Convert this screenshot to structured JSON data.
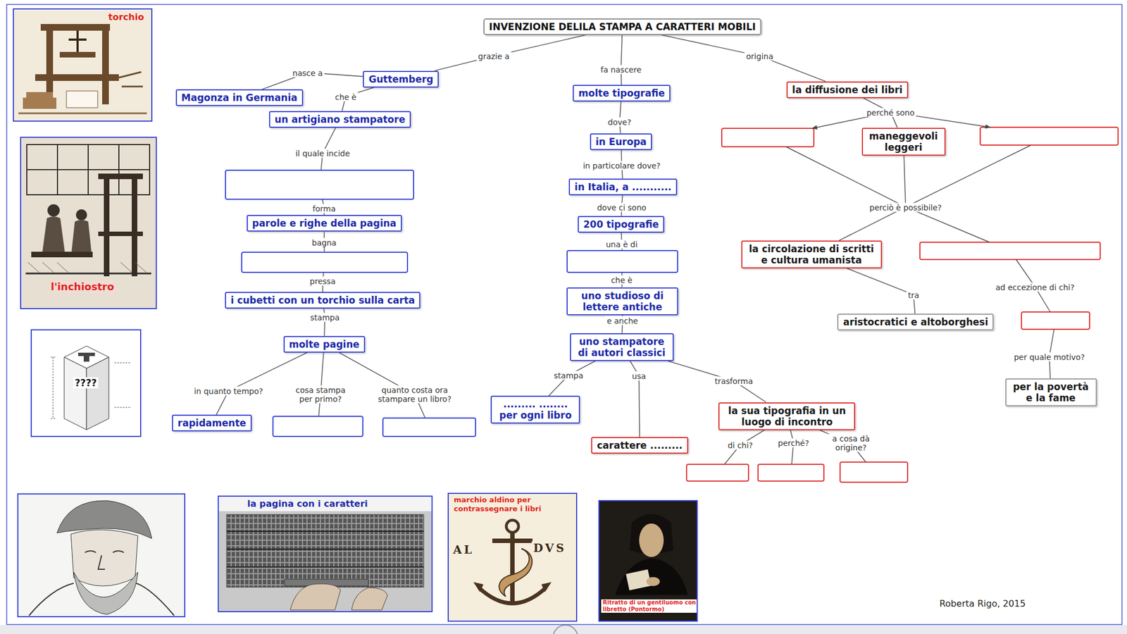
{
  "diagram": {
    "nodes": [
      {
        "text": [
          "INVENZIONE DELILA STAMPA A CARATTERI MOBILI"
        ]
      },
      {
        "text": [
          "Guttemberg"
        ]
      },
      {
        "text": [
          "Magonza in Germania"
        ]
      },
      {
        "text": [
          "un artigiano stampatore"
        ]
      },
      {
        "text": [
          "parole e righe della pagina"
        ]
      },
      {
        "text": [
          "i cubetti con un torchio sulla carta"
        ]
      },
      {
        "text": [
          "molte pagine"
        ]
      },
      {
        "text": [
          "rapidamente"
        ]
      },
      {
        "text": [
          "molte tipografie"
        ]
      },
      {
        "text": [
          "in Europa"
        ]
      },
      {
        "text": [
          "in Italia, a ..........."
        ]
      },
      {
        "text": [
          "200 tipografie"
        ]
      },
      {
        "text": [
          "uno studioso di lettere antiche"
        ]
      },
      {
        "text": [
          "uno stampatore di autori classici"
        ]
      },
      {
        "text": [
          "......... ........ per ogni libro"
        ]
      },
      {
        "text": [
          "carattere ........."
        ]
      },
      {
        "text": [
          "la sua tipografia in un luogo di incontro"
        ]
      },
      {
        "text": [
          "la diffusione dei libri"
        ]
      },
      {
        "text": [
          "maneggevoli leggeri"
        ]
      },
      {
        "text": [
          "la circolazione di scritti e cultura umanista"
        ]
      },
      {
        "text": [
          "aristocratici e altoborghesi"
        ]
      },
      {
        "text": [
          "per la povertà e la fame"
        ]
      },
      {
        "text": [
          "torchio"
        ]
      },
      {
        "text": [
          "l'inchiostro"
        ]
      },
      {
        "text": [
          "????"
        ]
      },
      {
        "text": [
          "la pagina con i caratteri"
        ]
      },
      {
        "text": [
          "marchio aldino per contrassegnare i libri"
        ]
      },
      {
        "text": [
          "Ritratto di un gentiluomo con libretto (Pontormo)"
        ]
      }
    ],
    "edges": [
      {
        "from": 0,
        "to": 1,
        "label": "grazie a",
        "arrow": "none"
      },
      {
        "from": 1,
        "to": 2,
        "label": "nasce a",
        "arrow": "none"
      },
      {
        "from": 1,
        "to": 3,
        "label": "che è",
        "arrow": "none"
      },
      {
        "from": 5,
        "to": 6,
        "label": "stampa",
        "arrow": "none"
      },
      {
        "from": 6,
        "to": 7,
        "label": "in quanto tempo?",
        "arrow": "none"
      },
      {
        "from": 0,
        "to": 8,
        "label": "fa nascere",
        "arrow": "none"
      },
      {
        "from": 8,
        "to": 9,
        "label": "dove?",
        "arrow": "none"
      },
      {
        "from": 9,
        "to": 10,
        "label": "in particolare dove?",
        "arrow": "none"
      },
      {
        "from": 10,
        "to": 11,
        "label": "dove ci sono",
        "arrow": "none"
      },
      {
        "from": 12,
        "to": 13,
        "label": "e anche",
        "arrow": "none"
      },
      {
        "from": 13,
        "to": 14,
        "label": "stampa",
        "arrow": "none"
      },
      {
        "from": 13,
        "to": 15,
        "label": "usa",
        "arrow": "none"
      },
      {
        "from": 13,
        "to": 16,
        "label": "trasforma",
        "arrow": "none"
      },
      {
        "from": 0,
        "to": 17,
        "label": "origina",
        "arrow": "none"
      },
      {
        "from": 17,
        "to": 18,
        "label": "perché sono",
        "arrow": "none"
      },
      {
        "from": 18,
        "to": 19,
        "label": "perciò è possibile?",
        "arrow": "none"
      },
      {
        "from": 19,
        "to": 20,
        "label": "tra",
        "arrow": "none"
      }
    ],
    "labels": [
      "il quale incide",
      "forma",
      "bagna",
      "pressa",
      "cosa stampa per primo?",
      "quanto costa ora stampare un libro?",
      "una è di",
      "che è",
      "di chi?",
      "perché?",
      "a cosa dà origine?",
      "ad eccezione di chi?",
      "per quale motivo?",
      "AL",
      "DVS",
      "Roberta Rigo, 2015"
    ]
  }
}
